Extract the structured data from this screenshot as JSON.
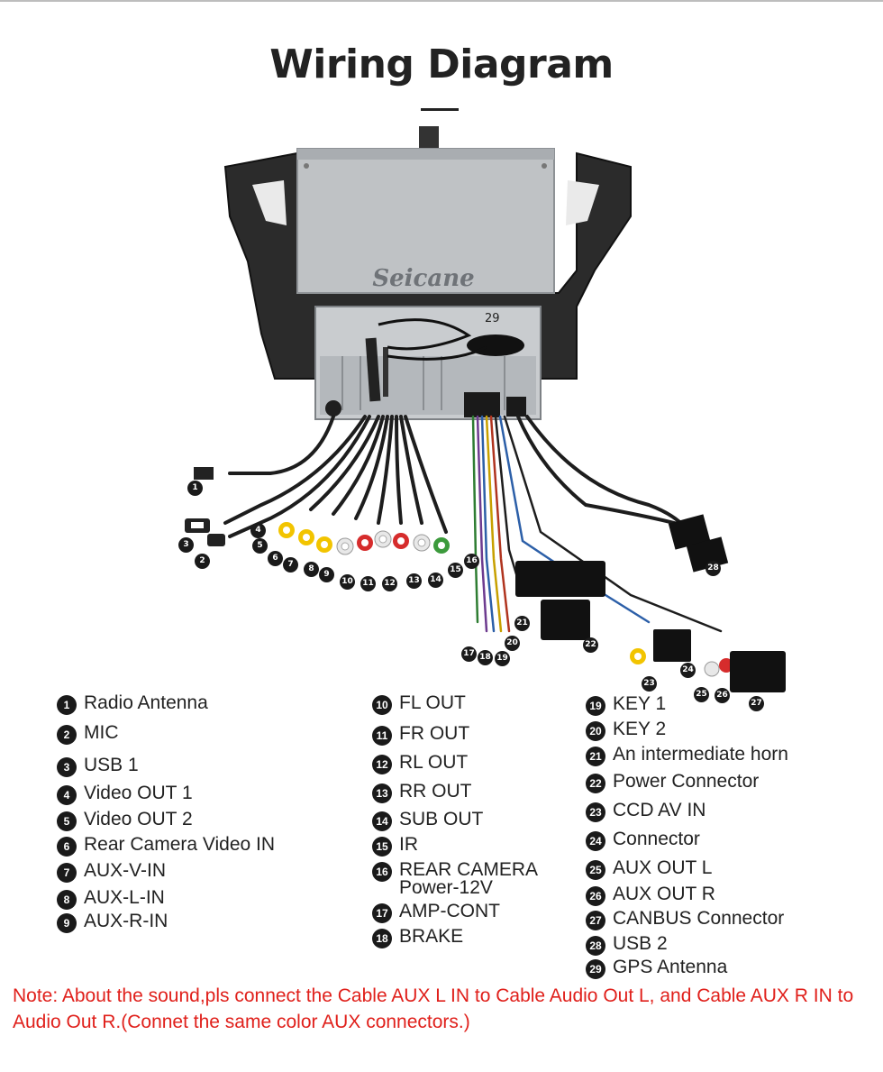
{
  "title": "Wiring Diagram",
  "brand_label": "Seicane",
  "unit_label_29": "29",
  "legend": [
    {
      "num": "1",
      "label": "Radio Antenna"
    },
    {
      "num": "2",
      "label": "MIC"
    },
    {
      "num": "3",
      "label": "USB 1"
    },
    {
      "num": "4",
      "label": "Video OUT 1"
    },
    {
      "num": "5",
      "label": "Video OUT 2"
    },
    {
      "num": "6",
      "label": "Rear Camera Video IN"
    },
    {
      "num": "7",
      "label": "AUX-V-IN"
    },
    {
      "num": "8",
      "label": "AUX-L-IN"
    },
    {
      "num": "9",
      "label": "AUX-R-IN"
    },
    {
      "num": "10",
      "label": "FL OUT"
    },
    {
      "num": "11",
      "label": "FR OUT"
    },
    {
      "num": "12",
      "label": "RL OUT"
    },
    {
      "num": "13",
      "label": "RR OUT"
    },
    {
      "num": "14",
      "label": "SUB OUT"
    },
    {
      "num": "15",
      "label": "IR"
    },
    {
      "num": "16",
      "label": "REAR CAMERA",
      "label2": "Power-12V"
    },
    {
      "num": "17",
      "label": "AMP-CONT"
    },
    {
      "num": "18",
      "label": "BRAKE"
    },
    {
      "num": "19",
      "label": "KEY 1"
    },
    {
      "num": "20",
      "label": "KEY 2"
    },
    {
      "num": "21",
      "label": "An intermediate horn"
    },
    {
      "num": "22",
      "label": "Power Connector"
    },
    {
      "num": "23",
      "label": "CCD AV IN"
    },
    {
      "num": "24",
      "label": "Connector"
    },
    {
      "num": "25",
      "label": "AUX OUT L"
    },
    {
      "num": "26",
      "label": "AUX OUT R"
    },
    {
      "num": "27",
      "label": "CANBUS Connector"
    },
    {
      "num": "28",
      "label": "USB 2"
    },
    {
      "num": "29",
      "label": "GPS Antenna"
    }
  ],
  "note": "Note: About the sound,pls connect the Cable AUX L IN to Cable Audio Out L, and Cable AUX R IN to  Audio Out R.(Connet the same color AUX connectors.)",
  "colors": {
    "note": "#e0201b",
    "title": "#222222",
    "badge": "#1a1a1a"
  }
}
